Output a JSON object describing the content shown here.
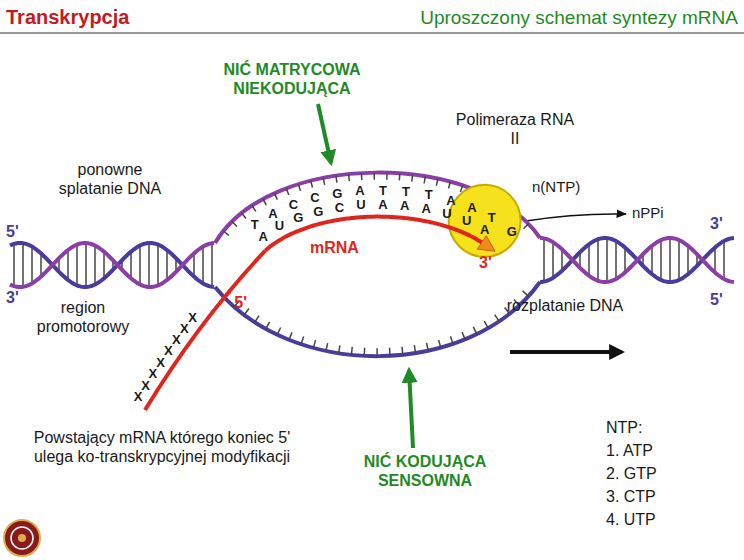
{
  "diagram": {
    "title": "Transkrypcja",
    "labels": [
      "Uproszczony schemat syntezy mRNA",
      "NIĆ MATRYCOWA NIEKODUJĄCA",
      "Polimeraza RNA II",
      "n(NTP)",
      "nPPi",
      "ponowne splatanie DNA",
      "5'",
      "3'",
      "3'",
      "5'",
      "mRNA",
      "5'",
      "3'",
      "region promotorowy",
      "rozplatanie DNA",
      "Powstający mRNA którego koniec 5' ulega ko-transkrypcyjnej modyfikacji",
      "NIĆ KODUJĄCA SENSOWNA",
      "NTP:",
      "1. ATP",
      "2. GTP",
      "3. CTP",
      "4. UTP",
      "T",
      "A",
      "C",
      "C",
      "G",
      "A",
      "T",
      "T",
      "T",
      "A",
      "A",
      "T",
      "G",
      "A",
      "U",
      "G",
      "G",
      "C",
      "U",
      "A",
      "A",
      "A",
      "U",
      "U",
      "A",
      "X",
      "X",
      "X",
      "X",
      "X",
      "X",
      "X",
      "X"
    ]
  }
}
